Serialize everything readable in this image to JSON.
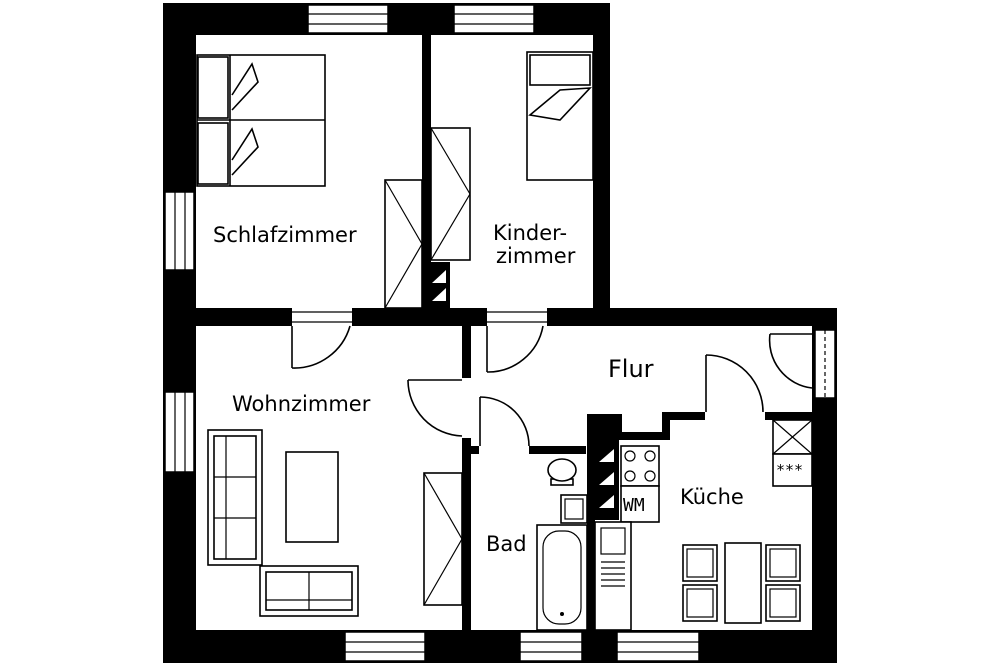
{
  "floorplan": {
    "rooms": {
      "schlafzimmer": "Schlafzimmer",
      "kinderzimmer_line1": "Kinder-",
      "kinderzimmer_line2": "zimmer",
      "wohnzimmer": "Wohnzimmer",
      "flur": "Flur",
      "bad": "Bad",
      "kueche": "Küche"
    },
    "appliances": {
      "washing_machine": "WM",
      "stove_marks": "***"
    },
    "colors": {
      "wall": "#000000",
      "background": "#ffffff"
    }
  }
}
